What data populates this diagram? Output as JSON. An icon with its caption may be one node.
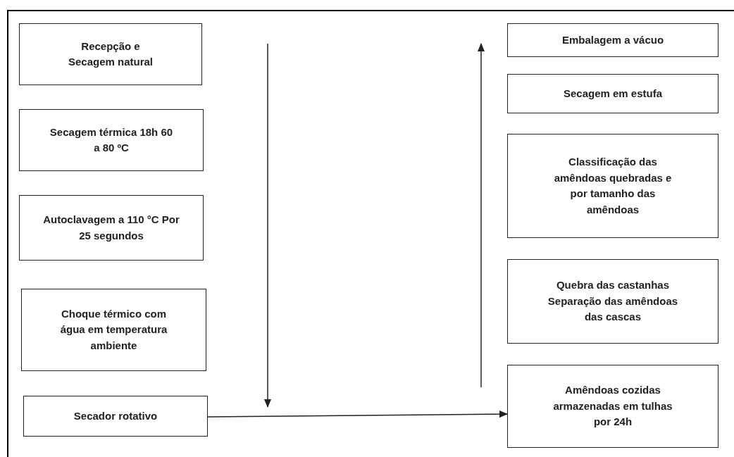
{
  "diagram": {
    "nodes": [
      {
        "text": [
          "Recepção e Secagem natural"
        ]
      },
      {
        "text": [
          "Secagem térmica 18h 60 a 80 ºC"
        ]
      },
      {
        "text": [
          "Autoclavagem a 110 °C Por 25 segundos"
        ]
      },
      {
        "text": [
          "Choque térmico com água em temperatura ambiente"
        ]
      },
      {
        "text": [
          "Secador rotativo"
        ]
      },
      {
        "text": [
          "Embalagem a vácuo"
        ]
      },
      {
        "text": [
          "Secagem em estufa"
        ]
      },
      {
        "text": [
          "Classificação das amêndoas quebradas e por tamanho das amêndoas"
        ]
      },
      {
        "text": [
          "Quebra das castanhas Separação das amêndoas das cascas"
        ]
      },
      {
        "text": [
          "Amêndoas cozidas armazenadas em tulhas por 24h"
        ]
      }
    ],
    "edges": [
      {
        "from": 4,
        "to": 9,
        "arrow": "to"
      }
    ]
  }
}
